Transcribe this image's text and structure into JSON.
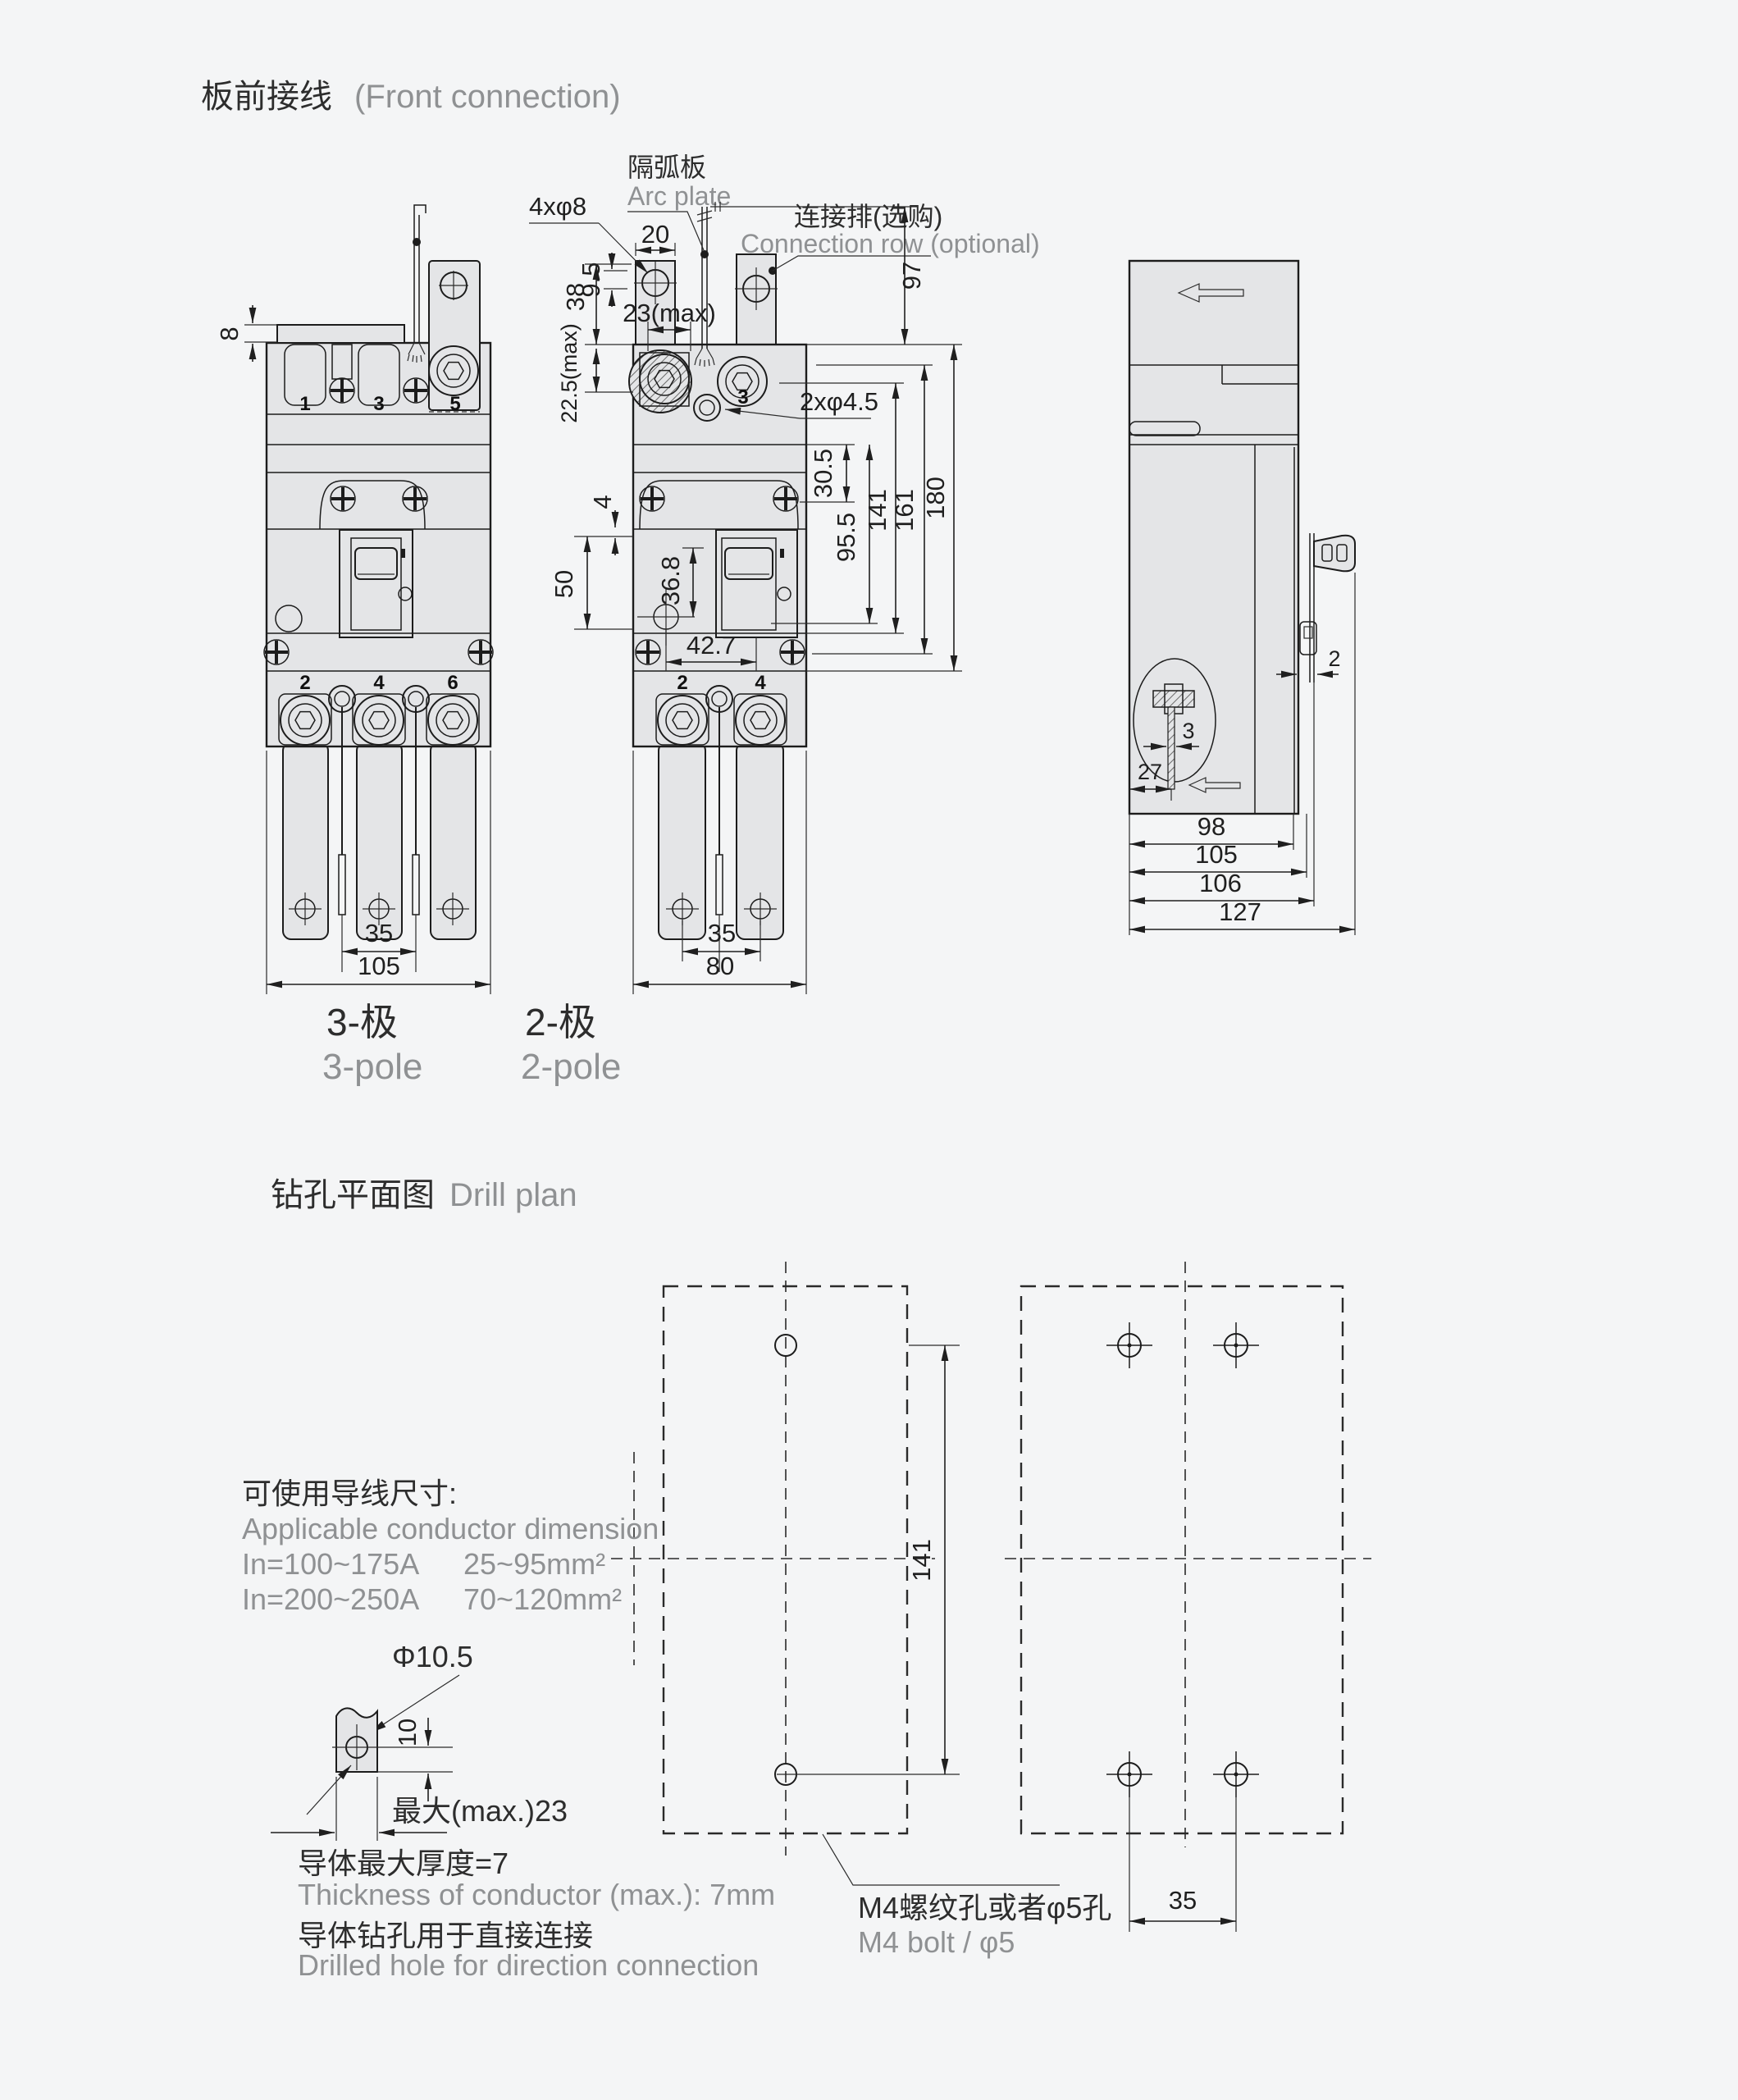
{
  "page": {
    "front_section": {
      "title_zh": "板前接线",
      "title_en": "(Front connection)"
    },
    "drill_section": {
      "title_zh": "钻孔平面图",
      "title_en": "Drill plan"
    }
  },
  "three_pole": {
    "caption_zh": "3-极",
    "caption_en": "3-pole",
    "terminals_top": [
      "1",
      "3",
      "5"
    ],
    "terminals_bottom": [
      "2",
      "4",
      "6"
    ],
    "dims": {
      "cap_height": "8",
      "pin_pitch": "35",
      "overall_width": "105"
    }
  },
  "two_pole": {
    "caption_zh": "2-极",
    "caption_en": "2-pole",
    "terminal_mark": "3",
    "terminals_bottom": [
      "2",
      "4"
    ],
    "callouts": {
      "tab_holes": "4xφ8",
      "arc_plate_zh": "隔弧板",
      "arc_plate_en": "Arc plate",
      "connection_row_zh": "连接排(选购)",
      "connection_row_en": "Connection row (optional)",
      "panel_holes": "2xφ4.5"
    },
    "dims": {
      "tab_width": "20",
      "tab_hole_offset": "9.5",
      "tab_length": "38",
      "lug_width": "23(max)",
      "lug_depth": "22.5(max)",
      "connection_row_height": "97",
      "handle_offset": "30.5",
      "handle_window": "95.5",
      "hole_span": "141",
      "body_span": "161",
      "overall_height": "180",
      "step": "4",
      "window_height": "50",
      "toggle_height": "36.8",
      "handle_center": "42.7",
      "pole_pitch": "35",
      "overall_width": "80"
    }
  },
  "side_view": {
    "dims": {
      "plate_gap": "2",
      "rod_width": "3",
      "rod_offset": "27",
      "depth_body": "98",
      "depth_cover": "105",
      "depth_plate": "106",
      "depth_overall": "127"
    }
  },
  "drill_plan": {
    "dims": {
      "hole_span_v": "141",
      "hole_span_h": "35"
    },
    "note_zh": "M4螺纹孔或者φ5孔",
    "note_en": "M4 bolt / φ5"
  },
  "conductor": {
    "title_zh": "可使用导线尺寸:",
    "subtitle_en": "Applicable conductor dimension",
    "row1_left": "In=100~175A",
    "row1_right": "25~95mm²",
    "row2_left": "In=200~250A",
    "row2_right": "70~120mm²",
    "hole_dia": "Φ10.5",
    "hole_edge": "10",
    "width_max": "最大(max.)23",
    "thickness_zh": "导体最大厚度=7",
    "thickness_en": "Thickness of conductor (max.): 7mm",
    "drilled_zh": "导体钻孔用于直接连接",
    "drilled_en": "Drilled hole for direction connection"
  }
}
